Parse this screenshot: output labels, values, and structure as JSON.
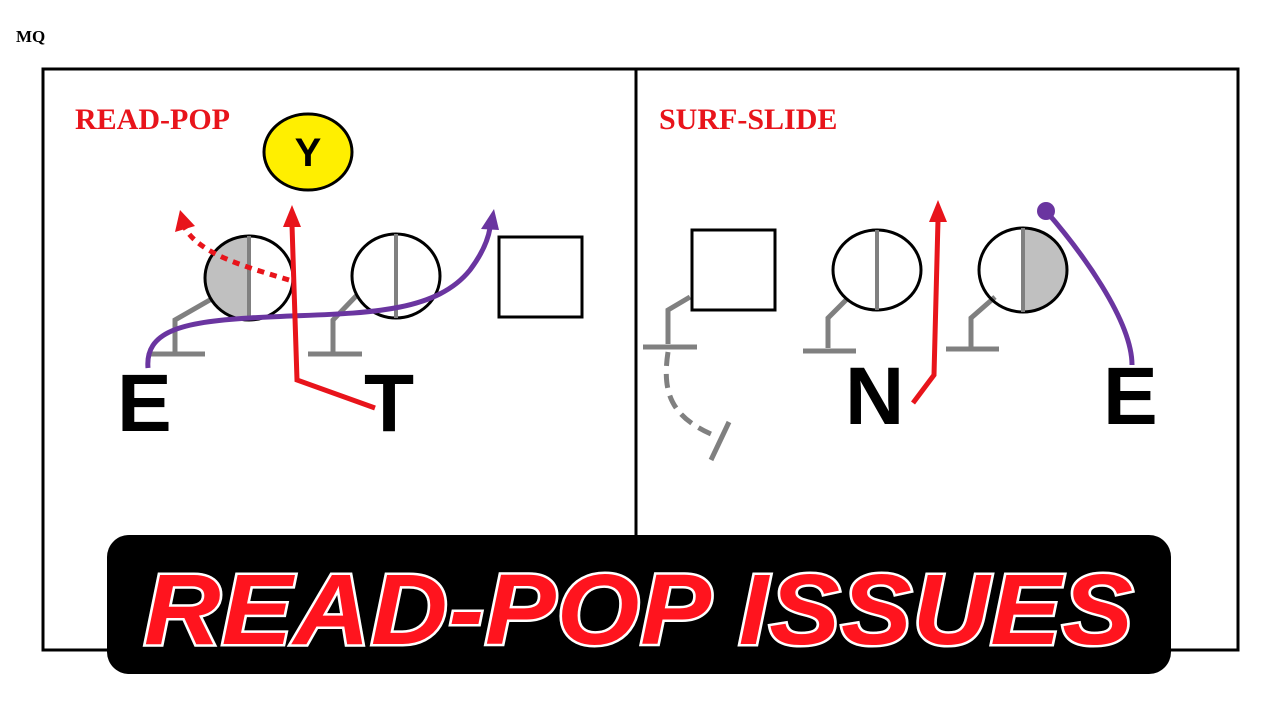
{
  "brand": "MQ",
  "panels": {
    "left": {
      "title": "READ-POP"
    },
    "right": {
      "title": "SURF-SLIDE"
    }
  },
  "players": {
    "left_end": "E",
    "left_tackle": "T",
    "qb": "Y",
    "right_nose": "N",
    "right_end": "E"
  },
  "banner": {
    "text": "READ-POP ISSUES"
  },
  "colors": {
    "title_red": "#e8141b",
    "route_red": "#e8141b",
    "route_purple": "#6a35a0",
    "block_gray": "#808080",
    "qb_yellow": "#ffef00",
    "lineman_shade": "#c0c0c0",
    "banner_bg": "#000000",
    "banner_text": "#ff141e"
  }
}
